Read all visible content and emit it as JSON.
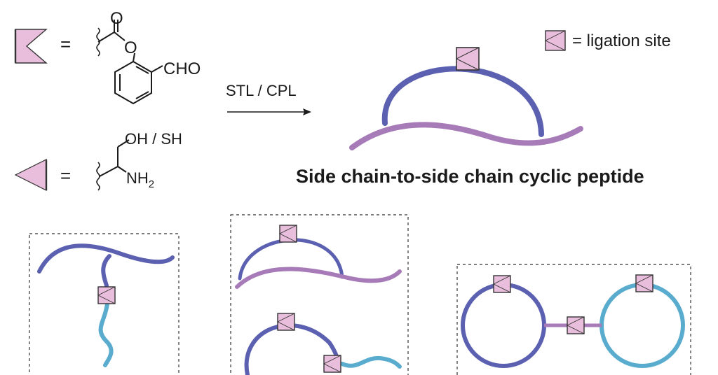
{
  "legend": {
    "equals_1": "=",
    "equals_2": "=",
    "oxygen_carbonyl": "O",
    "oxygen_ester": "O",
    "aldehyde": "CHO",
    "hydroxyl_thiol": "OH / SH",
    "amine_base": "NH",
    "amine_subscript": "2",
    "ligation_key": "= ligation site"
  },
  "reaction": {
    "label": "STL / CPL"
  },
  "product": {
    "title": "Side chain-to-side chain cyclic peptide"
  },
  "colors": {
    "dark_blue": "#5b60b0",
    "purple": "#a77bb8",
    "light_blue": "#5aaccf",
    "pink": "#e9bedc",
    "ink": "#1a1a1a"
  },
  "icons": [
    "salicylaldehyde-ester-flag-icon",
    "ser-cys-triangle-icon",
    "ligation-site-box-icon",
    "reaction-arrow-icon"
  ]
}
